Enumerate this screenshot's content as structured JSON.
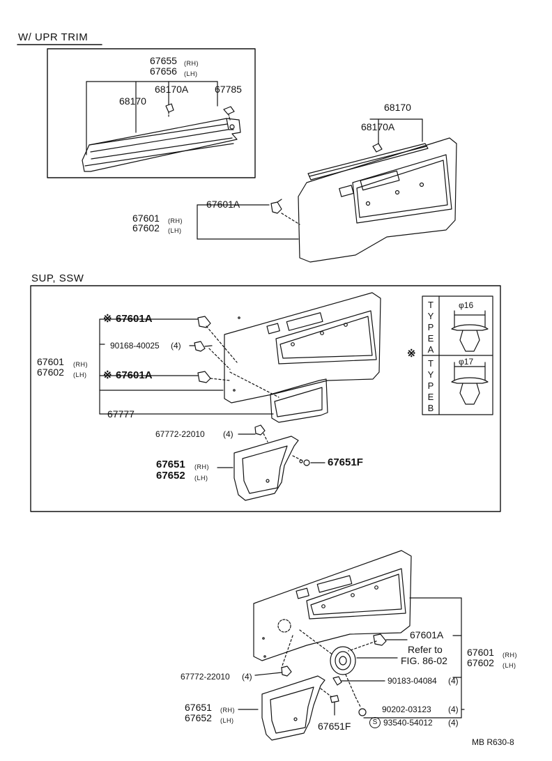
{
  "sections": {
    "upr_trim": "W/ UPR  TRIM",
    "sup_ssw": "SUP, SSW"
  },
  "parts": {
    "p67655": "67655",
    "p67656": "67656",
    "p68170A_a": "68170A",
    "p67785": "67785",
    "p68170_a": "68170",
    "p68170_b": "68170",
    "p68170A_b": "68170A",
    "p67601A_a": "67601A",
    "p67601_a": "67601",
    "p67602_a": "67602",
    "p67601A_b": "67601A",
    "p90168": "90168-40025",
    "p67601_b": "67601",
    "p67602_b": "67602",
    "p67601A_c": "67601A",
    "p67777": "67777",
    "p67772_a": "67772-22010",
    "p67651_a": "67651",
    "p67652_a": "67652",
    "p67651F_a": "67651F",
    "p67601A_d": "67601A",
    "p67601_c": "67601",
    "p67602_c": "67602",
    "p67772_b": "67772-22010",
    "p90183": "90183-04084",
    "p67651_b": "67651",
    "p67652_b": "67652",
    "p90202": "90202-03123",
    "p67651F_b": "67651F",
    "p93540": "93540-54012"
  },
  "sides": {
    "rh": "(RH)",
    "lh": "(LH)"
  },
  "qty": {
    "four": "(4)"
  },
  "marks": {
    "ref": "※",
    "s": "S"
  },
  "refer": {
    "line1": "Refer to",
    "line2": "FIG. 86-02"
  },
  "type_table": {
    "word": [
      "T",
      "Y",
      "P",
      "E"
    ],
    "a": {
      "letter": "A",
      "dia": "φ16"
    },
    "b": {
      "letter": "B",
      "dia": "φ17"
    }
  },
  "footer": "MB  R630-8"
}
